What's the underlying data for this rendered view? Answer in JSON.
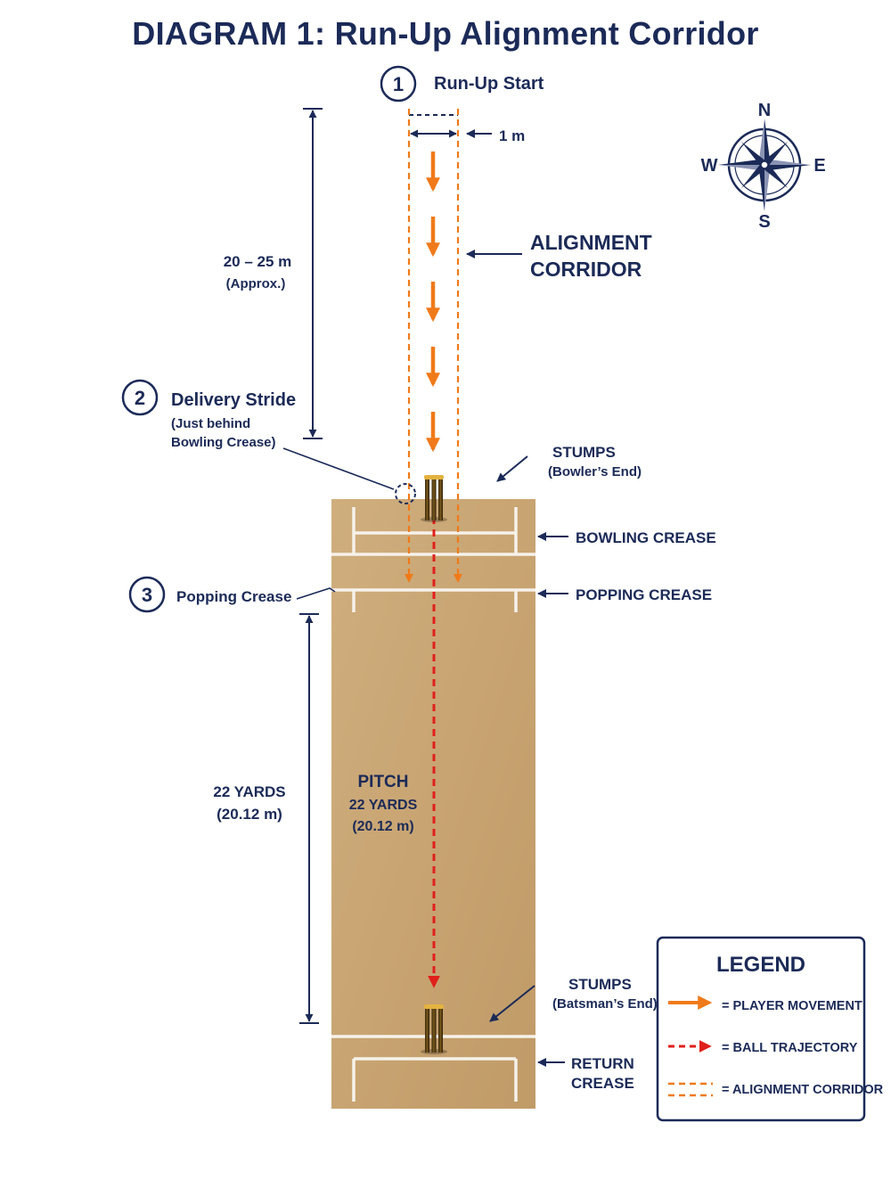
{
  "title": "DIAGRAM 1: Run-Up Alignment Corridor",
  "steps": [
    {
      "number": "1",
      "label": "Run-Up Start"
    },
    {
      "number": "2",
      "label": "Delivery Stride",
      "note_line1": "(Just behind",
      "note_line2": "Bowling Crease)"
    },
    {
      "number": "3",
      "label": "Popping Crease"
    }
  ],
  "corridor": {
    "width_label": "1 m",
    "label_line1": "ALIGNMENT",
    "label_line2": "CORRIDOR",
    "runup_length_label": "20 – 25 m",
    "runup_length_note": "(Approx.)"
  },
  "compass": {
    "north": "N",
    "south": "S",
    "east": "E",
    "west": "W"
  },
  "stumps_bowler": {
    "label": "STUMPS",
    "note": "(Bowler’s End)"
  },
  "stumps_batsman": {
    "label": "STUMPS",
    "note": "(Batsman’s End)"
  },
  "creases": {
    "bowling": "BOWLING CREASE",
    "popping": "POPPING CREASE",
    "return_line1": "RETURN",
    "return_line2": "CREASE"
  },
  "pitch": {
    "label": "PITCH",
    "length_yards": "22 YARDS",
    "length_metres": "(20.12 m)"
  },
  "pitch_length_dimension": {
    "yards": "22 YARDS",
    "metres": "(20.12 m)"
  },
  "legend": {
    "title": "LEGEND",
    "items": [
      {
        "label": "= PLAYER MOVEMENT",
        "color": "#f07a1a",
        "style": "solid-arrow"
      },
      {
        "label": "= BALL TRAJECTORY",
        "color": "#e0201b",
        "style": "dashed-arrow"
      },
      {
        "label": "= ALIGNMENT CORRIDOR",
        "color": "#f07a1a",
        "style": "double-dashed"
      }
    ]
  },
  "colors": {
    "navy": "#1b2a57",
    "orange": "#f07a1a",
    "red": "#e0201b",
    "pitch": "#c9a676"
  }
}
